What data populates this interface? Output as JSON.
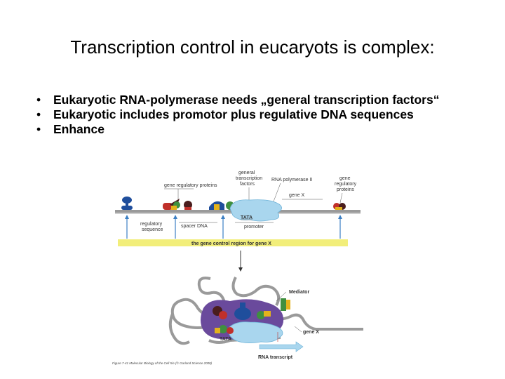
{
  "title": "Transcription control in eucaryots is complex:",
  "bullets": [
    {
      "marker": "•",
      "text": "Eukaryotic RNA-polymerase needs „general transcription factors“"
    },
    {
      "marker": "•",
      "text": "Eukaryotic includes promotor plus regulative DNA sequences"
    },
    {
      "marker": "•",
      "text": "Enhance"
    }
  ],
  "figure": {
    "labels": {
      "gene_regulatory_proteins_left": "gene regulatory proteins",
      "general_tf_1": "general",
      "general_tf_2": "transcription",
      "general_tf_3": "factors",
      "rna_pol": "RNA polymerase II",
      "gene_reg_right_1": "gene",
      "gene_reg_right_2": "regulatory",
      "gene_reg_right_3": "proteins",
      "gene_x_top": "gene X",
      "tata_top": "TATA",
      "regulatory_sequence_1": "regulatory",
      "regulatory_sequence_2": "sequence",
      "spacer_dna": "spacer DNA",
      "promoter": "promoter",
      "control_region": "the gene control region for gene X",
      "mediator": "Mediator",
      "gene_x_bottom": "gene X",
      "tata_bottom": "TATA",
      "rna_transcript": "RNA transcript",
      "caption": "Figure 7-41 Molecular Biology of the Cell 5/e (© Garland Science 2008)"
    },
    "colors": {
      "control_band": "#f2ee7a",
      "dna": "#9a9a9a",
      "polymerase": "#a9d6ee",
      "loop_protein": "#6a4a9c",
      "regulatory_blue": "#1f4e9c",
      "regulatory_red": "#c0302a",
      "regulatory_green": "#3f8f3f",
      "regulatory_yellow": "#e3b21c",
      "arrow": "#3b7fc4"
    }
  }
}
